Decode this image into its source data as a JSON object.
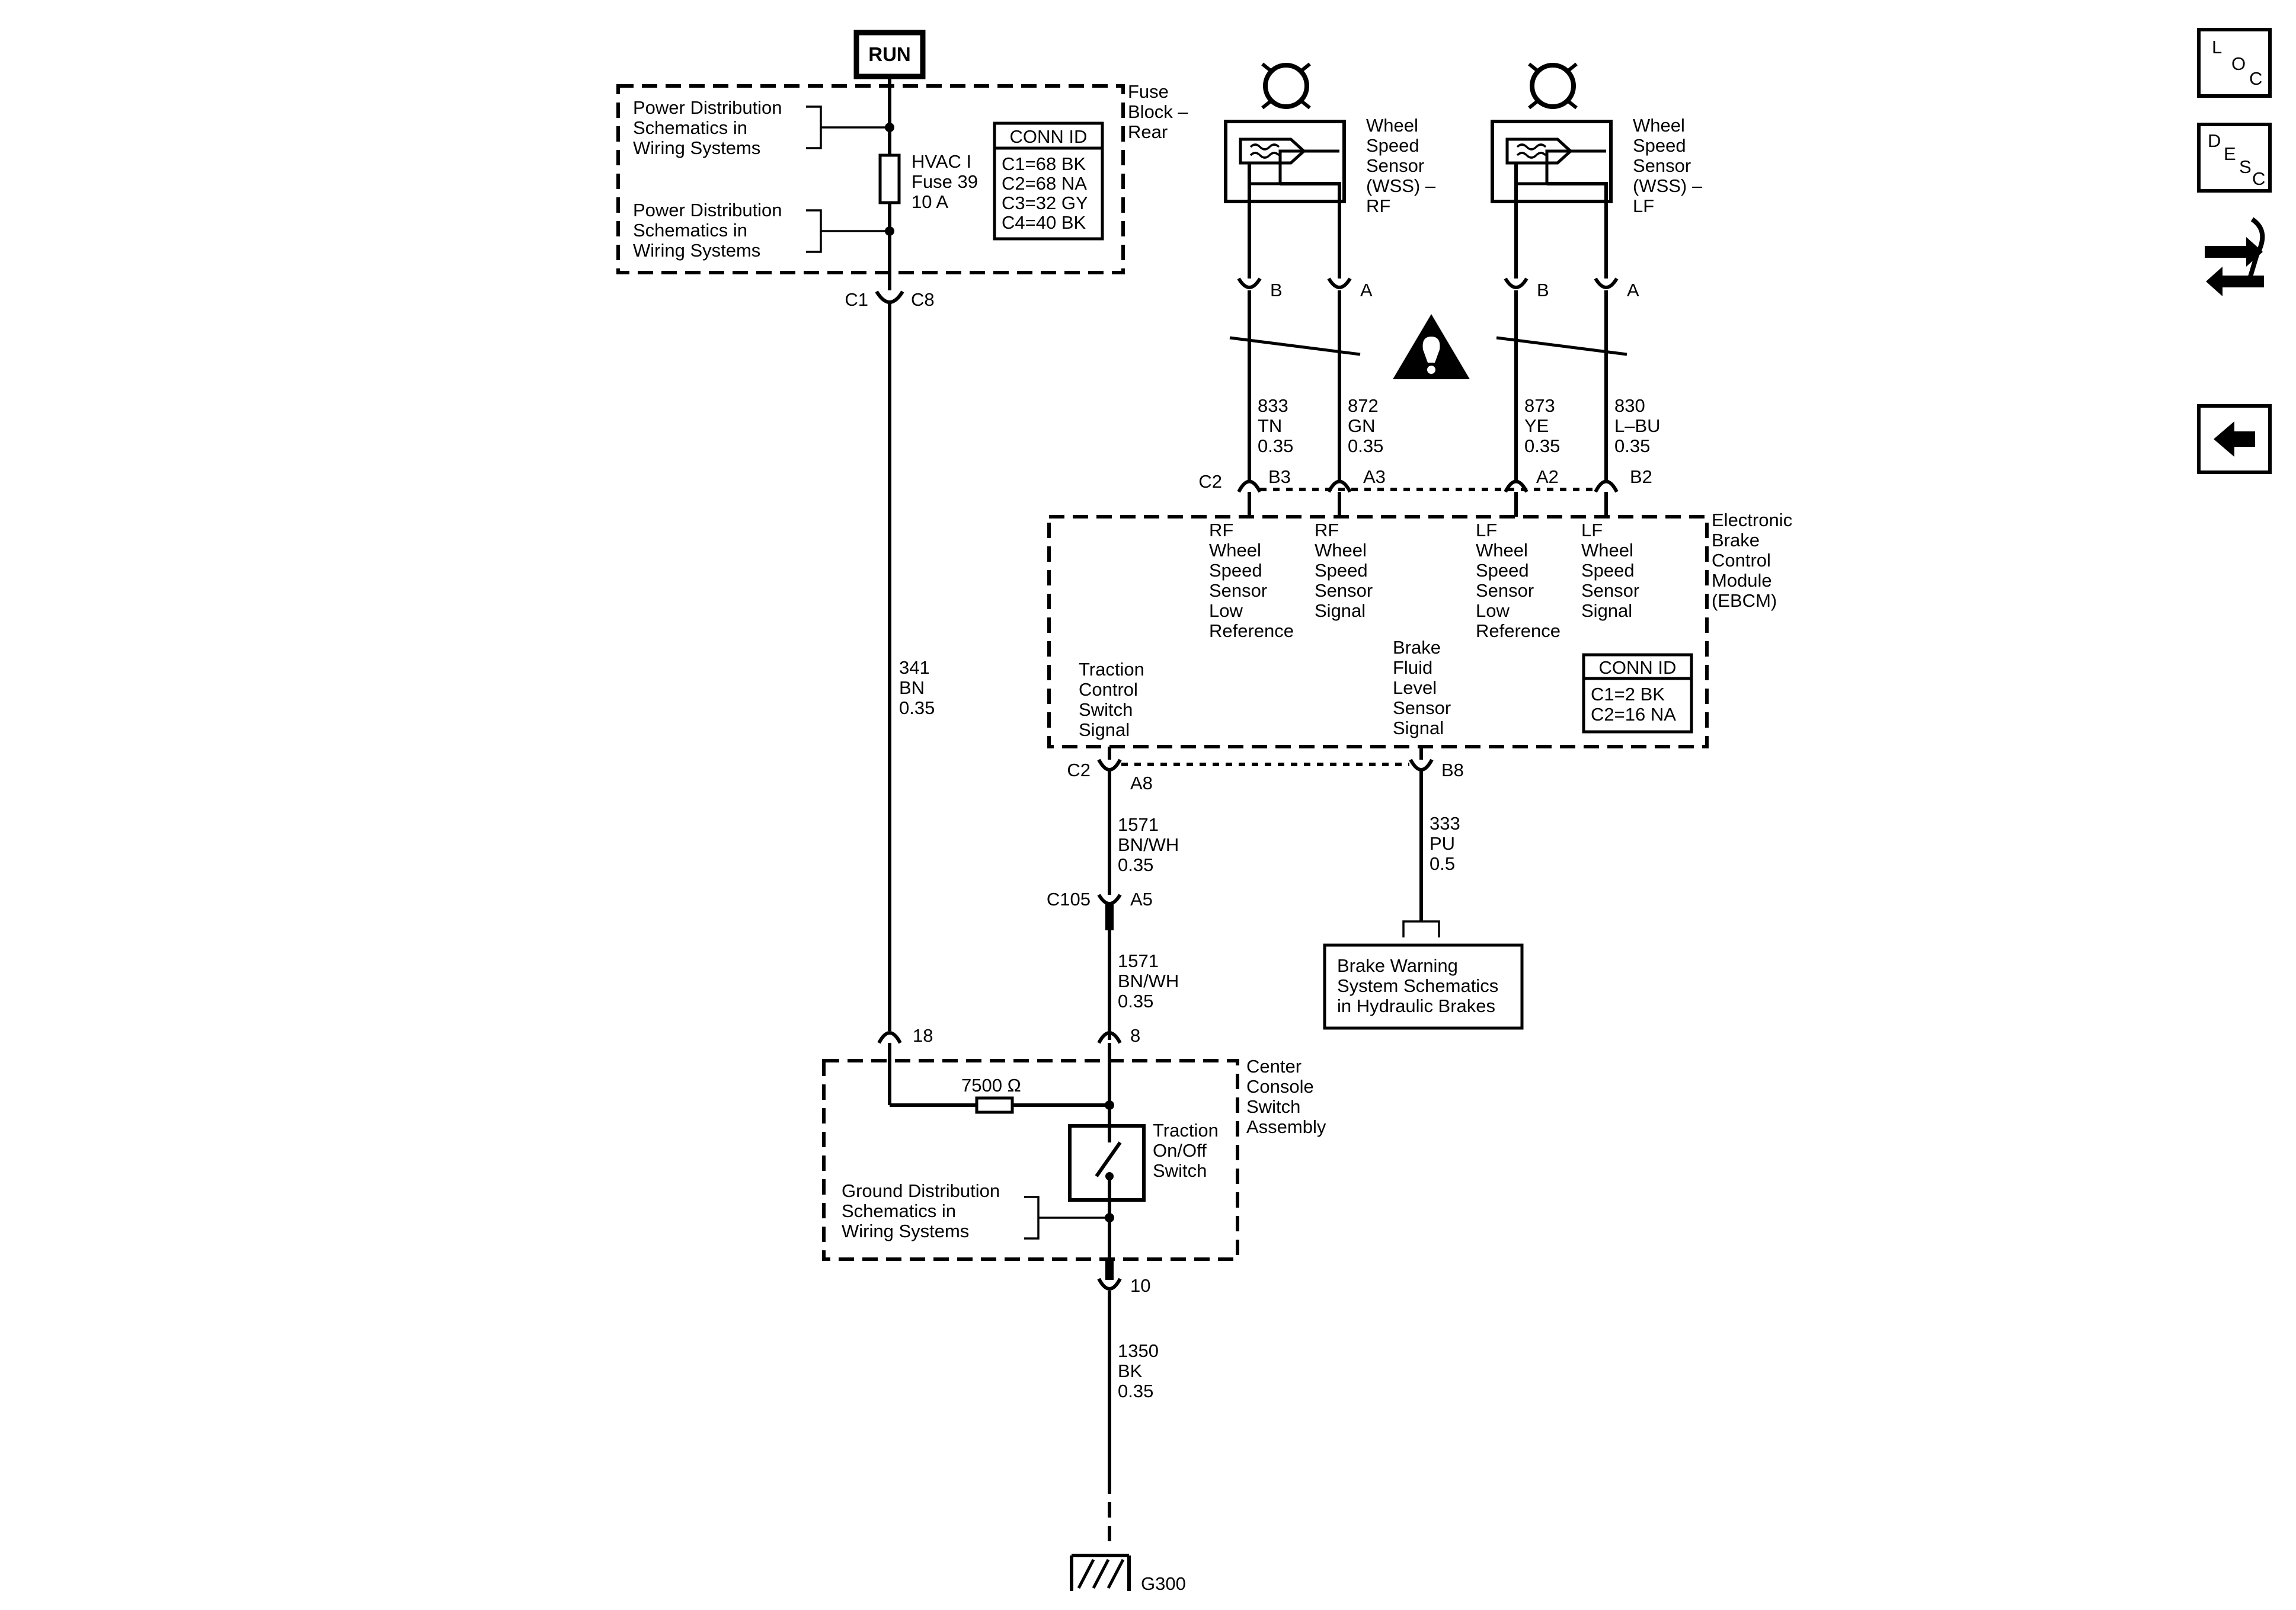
{
  "power": {
    "run_label": "RUN"
  },
  "fuse_block": {
    "title": [
      "Fuse",
      "Block –",
      "Rear"
    ],
    "power_ref_1": [
      "Power Distribution",
      "Schematics in",
      "Wiring Systems"
    ],
    "power_ref_2": [
      "Power Distribution",
      "Schematics in",
      "Wiring Systems"
    ],
    "fuse": [
      "HVAC I",
      "Fuse 39",
      "10 A"
    ],
    "conn_id": {
      "title": "CONN ID",
      "rows": [
        "C1=68 BK",
        "C2=68 NA",
        "C3=32 GY",
        "C4=40 BK"
      ]
    }
  },
  "fuse_block_connectors": {
    "left": "C1",
    "right": "C8"
  },
  "wire_341": [
    "341",
    "BN",
    "0.35"
  ],
  "sensor_rf": {
    "label": [
      "Wheel",
      "Speed",
      "Sensor",
      "(WSS) –",
      "RF"
    ],
    "pin_b": "B",
    "pin_a": "A"
  },
  "sensor_lf": {
    "label": [
      "Wheel",
      "Speed",
      "Sensor",
      "(WSS) –",
      "LF"
    ],
    "pin_b": "B",
    "pin_a": "A"
  },
  "wires_top": {
    "w833": [
      "833",
      "TN",
      "0.35"
    ],
    "w872": [
      "872",
      "GN",
      "0.35"
    ],
    "w873": [
      "873",
      "YE",
      "0.35"
    ],
    "w830": [
      "830",
      "L–BU",
      "0.35"
    ]
  },
  "ebcm_pins_top": {
    "conn": "C2",
    "b3": "B3",
    "a3": "A3",
    "a2": "A2",
    "b2": "B2"
  },
  "ebcm": {
    "title": [
      "Electronic",
      "Brake",
      "Control",
      "Module",
      "(EBCM)"
    ],
    "rf_low": [
      "RF",
      "Wheel",
      "Speed",
      "Sensor",
      "Low",
      "Reference"
    ],
    "rf_sig": [
      "RF",
      "Wheel",
      "Speed",
      "Sensor",
      "Signal"
    ],
    "lf_low": [
      "LF",
      "Wheel",
      "Speed",
      "Sensor",
      "Low",
      "Reference"
    ],
    "lf_sig": [
      "LF",
      "Wheel",
      "Speed",
      "Sensor",
      "Signal"
    ],
    "traction": [
      "Traction",
      "Control",
      "Switch",
      "Signal"
    ],
    "brake_fluid": [
      "Brake",
      "Fluid",
      "Level",
      "Sensor",
      "Signal"
    ],
    "conn_id": {
      "title": "CONN ID",
      "rows": [
        "C1=2 BK",
        "C2=16 NA"
      ]
    }
  },
  "ebcm_pins_bottom": {
    "conn": "C2",
    "a8": "A8",
    "b8": "B8"
  },
  "wire_1571_top": [
    "1571",
    "BN/WH",
    "0.35"
  ],
  "c105": {
    "conn": "C105",
    "pin": "A5"
  },
  "wire_1571_bottom": [
    "1571",
    "BN/WH",
    "0.35"
  ],
  "wire_333": [
    "333",
    "PU",
    "0.5"
  ],
  "brake_warning": [
    "Brake Warning",
    "System Schematics",
    "in Hydraulic Brakes"
  ],
  "console_pins": {
    "p18": "18",
    "p8": "8",
    "p10": "10"
  },
  "console": {
    "title": [
      "Center",
      "Console",
      "Switch",
      "Assembly"
    ],
    "resistor": "7500 Ω",
    "switch": [
      "Traction",
      "On/Off",
      "Switch"
    ],
    "ground_ref": [
      "Ground Distribution",
      "Schematics in",
      "Wiring Systems"
    ]
  },
  "wire_1350": [
    "1350",
    "BK",
    "0.35"
  ],
  "ground": "G300",
  "nav": {
    "loc": [
      "L",
      "O",
      "C"
    ],
    "desc": [
      "D",
      "E",
      "S",
      "C"
    ],
    "icons": [
      "loc-icon",
      "desc-icon",
      "connector-swap-icon",
      "back-arrow-icon"
    ]
  }
}
